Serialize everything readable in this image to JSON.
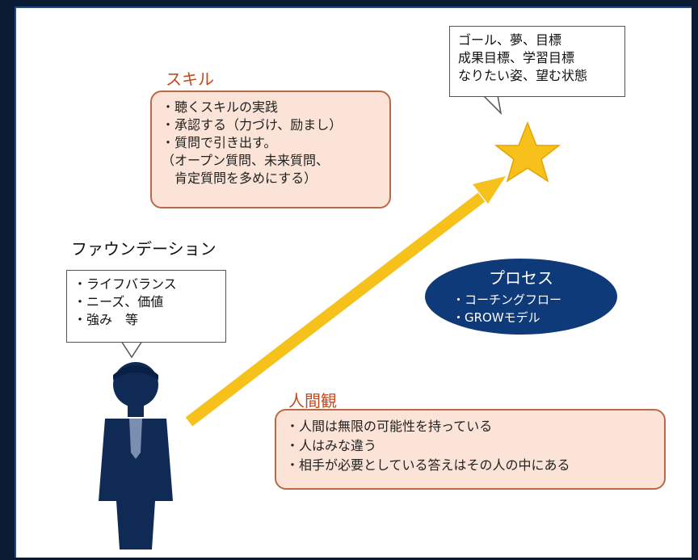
{
  "goal_bubble": {
    "lines": [
      "ゴール、夢、目標",
      "成果目標、学習目標",
      "なりたい姿、望む状態"
    ]
  },
  "skill": {
    "title": "スキル",
    "lines": [
      "・聴くスキルの実践",
      "・承認する（力づけ、励まし）",
      "・質問で引き出す。",
      "（オープン質問、未来質問、",
      "肯定質問を多めにする）"
    ]
  },
  "foundation": {
    "title": "ファウンデーション",
    "lines": [
      "・ライフバランス",
      "・ニーズ、価値",
      "・強み　等"
    ]
  },
  "process": {
    "title": "プロセス",
    "items": [
      "・コーチングフロー",
      "・GROWモデル"
    ]
  },
  "human_view": {
    "title": "人間観",
    "lines": [
      "・人間は無限の可能性を持っている",
      "・人はみな違う",
      "・相手が必要としている答えはその人の中にある"
    ]
  },
  "colors": {
    "accent_text": "#c44a1c",
    "box_fill": "#fbe3d7",
    "box_border": "#b86a47",
    "process_fill": "#0f3a7a",
    "figure": "#0f2a55",
    "arrow": "#f5c11a",
    "star": "#f5c11a"
  },
  "icons": [
    "star-icon",
    "person-icon",
    "arrow-icon"
  ]
}
